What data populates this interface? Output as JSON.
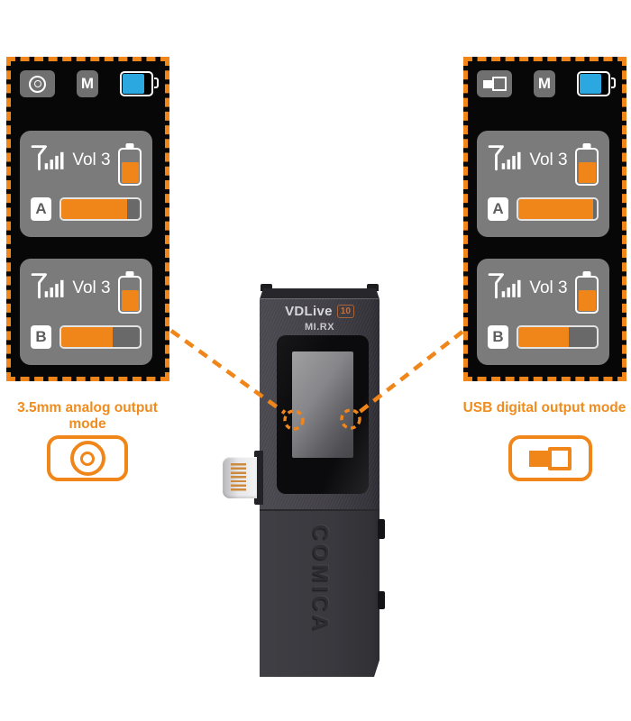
{
  "colors": {
    "accent_orange": "#F08619",
    "caption_orange": "#F08C1E",
    "battery_blue": "#2BA8E0",
    "panel_black": "#070707",
    "card_gray": "#7B7B7B"
  },
  "panels": [
    {
      "caption": "3.5mm analog output mode",
      "status": {
        "mode_icon": "aux-jack-icon",
        "m_label": "M",
        "battery_fill": "74%"
      },
      "channels": [
        {
          "label": "A",
          "vol": "Vol 3",
          "level": "84%",
          "battery": "60%"
        },
        {
          "label": "B",
          "vol": "Vol 3",
          "level": "66%",
          "battery": "60%"
        }
      ]
    },
    {
      "caption": "USB digital output mode",
      "status": {
        "mode_icon": "usb-icon",
        "m_label": "M",
        "battery_fill": "74%"
      },
      "channels": [
        {
          "label": "A",
          "vol": "Vol 3",
          "level": "95%",
          "battery": "60%"
        },
        {
          "label": "B",
          "vol": "Vol 3",
          "level": "64%",
          "battery": "60%"
        }
      ]
    }
  ],
  "device": {
    "brand": "VDLive",
    "badge": "10",
    "model": "MI.RX",
    "logo": "COMICA"
  }
}
